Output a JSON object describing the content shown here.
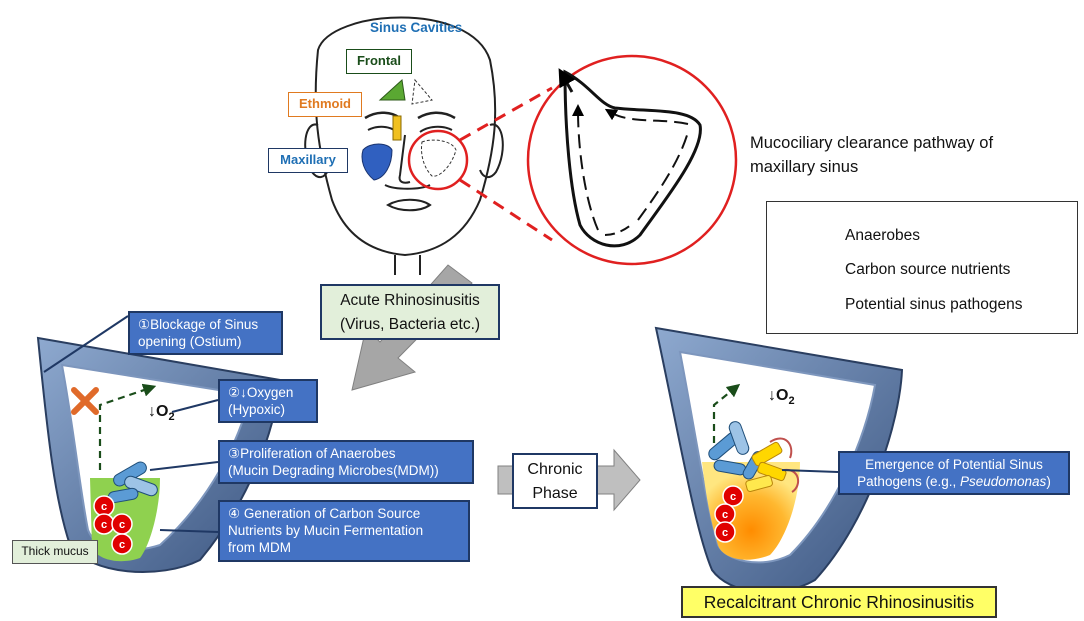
{
  "face": {
    "sinus_cavities_label": "Sinus Cavities",
    "frontal_label": "Frontal",
    "ethmoid_label": "Ethmoid",
    "maxillary_label": "Maxillary"
  },
  "clearance_label_line1": "Mucociliary clearance pathway of",
  "clearance_label_line2": "maxillary sinus",
  "legend": {
    "anaerobes": "Anaerobes",
    "carbon": "Carbon source nutrients",
    "pathogens": "Potential sinus pathogens",
    "carbon_symbol": "c"
  },
  "acute": {
    "line1": "Acute Rhinosinusitis",
    "line2": "(Virus, Bacteria etc.)"
  },
  "steps": {
    "s1_line1": "①Blockage of Sinus",
    "s1_line2": "opening (Ostium)",
    "s2_line1": "②↓Oxygen",
    "s2_line2": "(Hypoxic)",
    "s3_line1": "③Proliferation of Anaerobes",
    "s3_line2": "(Mucin Degrading Microbes(MDM))",
    "s4_line1": "④ Generation of Carbon Source",
    "s4_line2": "Nutrients by Mucin Fermentation",
    "s4_line3": "from MDM"
  },
  "oxygen_arrow": "↓O",
  "oxygen_sub": "2",
  "thick_mucus": "Thick mucus",
  "chronic": {
    "line1": "Chronic",
    "line2": "Phase"
  },
  "emergence": {
    "line1": "Emergence of Potential Sinus",
    "line2_prefix": "Pathogens (e.g., ",
    "line2_italic": "Pseudomonas",
    "line2_suffix": ")"
  },
  "recalcitrant": "Recalcitrant Chronic Rhinosinusitis",
  "colors": {
    "step_box": "#4472c4",
    "acute_box": "#e2efda",
    "recalcitrant_box": "#ffff66",
    "mucus": "#8fd14f",
    "carbon": "#e00000",
    "anaerobe": "#5b9bd5",
    "pathogen": "#ffd700"
  }
}
